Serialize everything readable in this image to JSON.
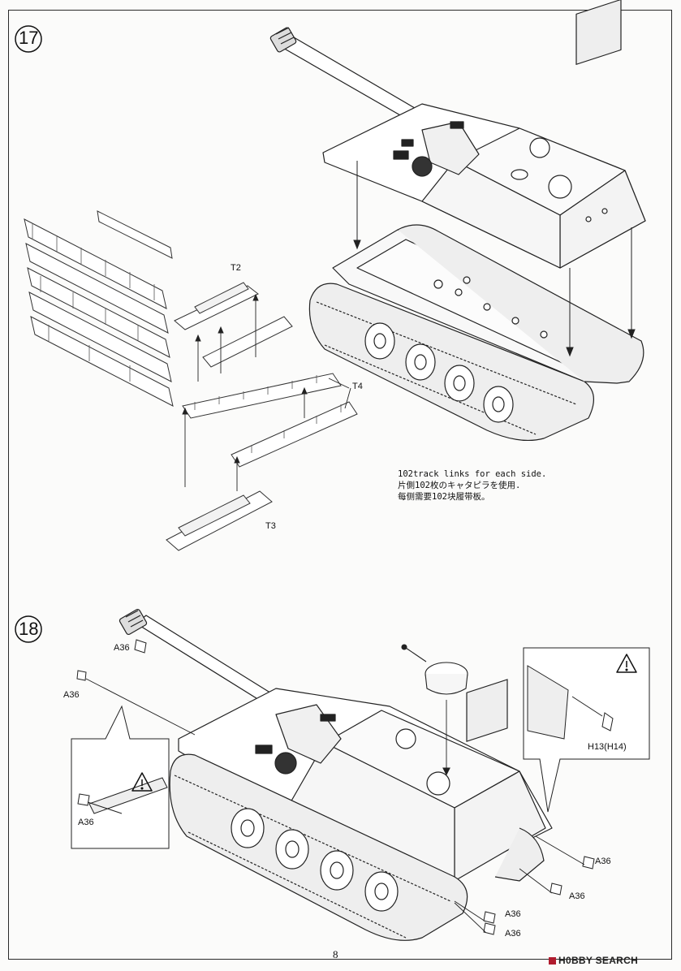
{
  "steps": [
    {
      "number": "17",
      "callouts": {
        "t2": "T2",
        "t3": "T3",
        "t4": "T4"
      },
      "note": {
        "en": "102track links for each side.",
        "ja": "片側102枚のキャタピラを使用.",
        "zh": "每侧需要102块履带板。"
      }
    },
    {
      "number": "18",
      "callouts": {
        "a36": "A36",
        "h13": "H13(H14)"
      },
      "warning_icon": "warning-triangle-icon"
    }
  ],
  "footer": {
    "page_number": "8",
    "watermark": "H0BBY SEARCH"
  }
}
